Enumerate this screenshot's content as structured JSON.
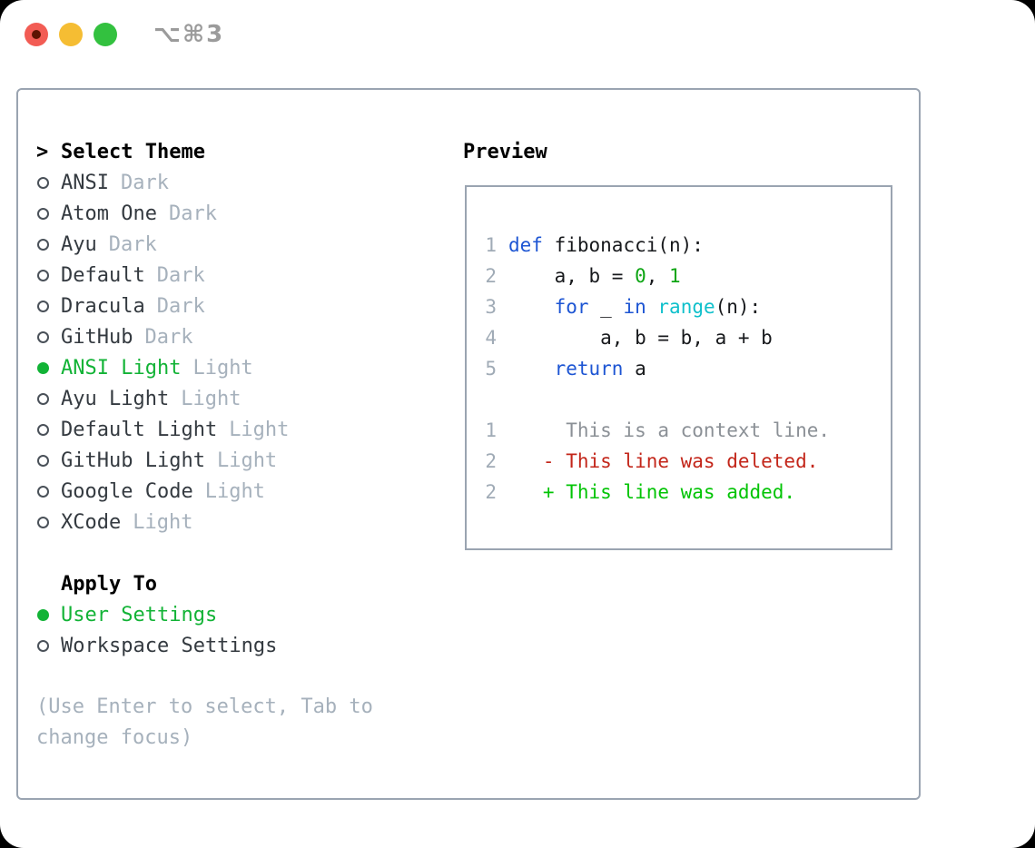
{
  "window": {
    "title": "⌥⌘3"
  },
  "colors": {
    "accent_green": "#12b336",
    "panel_border": "#9aa4b1",
    "item_text": "#343a40",
    "muted_text": "#a6b1bc",
    "heading_text": "#000000",
    "line_number": "#a0abb6",
    "code_text": "#17191c",
    "keyword_blue": "#1d55d3",
    "builtin_cyan": "#0fc0cb",
    "number_green": "#0da513",
    "context_gray": "#8b9096",
    "deleted_red": "#c3261a",
    "added_green": "#02c405",
    "titlebar_text": "#9b9b9b",
    "traffic_red": "#f25c54",
    "traffic_red_dot": "#5d1402",
    "traffic_yellow": "#f5bd33",
    "traffic_green": "#33c13f"
  },
  "panel": {
    "select_theme_label": "Select Theme",
    "select_theme_marker": ">",
    "preview_label": "Preview",
    "apply_to_label": "Apply To",
    "hint": "(Use Enter to select, Tab to change focus)"
  },
  "themes": [
    {
      "name": "ANSI",
      "variant": "Dark",
      "selected": false
    },
    {
      "name": "Atom One",
      "variant": "Dark",
      "selected": false
    },
    {
      "name": "Ayu",
      "variant": "Dark",
      "selected": false
    },
    {
      "name": "Default",
      "variant": "Dark",
      "selected": false
    },
    {
      "name": "Dracula",
      "variant": "Dark",
      "selected": false
    },
    {
      "name": "GitHub",
      "variant": "Dark",
      "selected": false
    },
    {
      "name": "ANSI Light",
      "variant": "Light",
      "selected": true
    },
    {
      "name": "Ayu Light",
      "variant": "Light",
      "selected": false
    },
    {
      "name": "Default Light",
      "variant": "Light",
      "selected": false
    },
    {
      "name": "GitHub Light",
      "variant": "Light",
      "selected": false
    },
    {
      "name": "Google Code",
      "variant": "Light",
      "selected": false
    },
    {
      "name": "XCode",
      "variant": "Light",
      "selected": false
    }
  ],
  "apply_to": [
    {
      "label": "User Settings",
      "selected": true
    },
    {
      "label": "Workspace Settings",
      "selected": false
    }
  ],
  "preview": {
    "code_lines": [
      {
        "num": "1",
        "segments": [
          [
            "k",
            "def"
          ],
          [
            "t",
            " fibonacci(n):"
          ]
        ]
      },
      {
        "num": "2",
        "segments": [
          [
            "t",
            "    a, b = "
          ],
          [
            "n",
            "0"
          ],
          [
            "t",
            ", "
          ],
          [
            "n",
            "1"
          ]
        ]
      },
      {
        "num": "3",
        "segments": [
          [
            "t",
            "    "
          ],
          [
            "k",
            "for"
          ],
          [
            "t",
            " _ "
          ],
          [
            "k",
            "in"
          ],
          [
            "t",
            " "
          ],
          [
            "b",
            "range"
          ],
          [
            "t",
            "(n):"
          ]
        ]
      },
      {
        "num": "4",
        "segments": [
          [
            "t",
            "        a, b = b, a + b"
          ]
        ]
      },
      {
        "num": "5",
        "segments": [
          [
            "t",
            "    "
          ],
          [
            "k",
            "return"
          ],
          [
            "t",
            " a"
          ]
        ]
      },
      {
        "num": "",
        "segments": []
      },
      {
        "num": "1",
        "segments": [
          [
            "c",
            "     This is a context line."
          ]
        ]
      },
      {
        "num": "2",
        "segments": [
          [
            "d",
            "   - This line was deleted."
          ]
        ]
      },
      {
        "num": "2",
        "segments": [
          [
            "a",
            "   + This line was added."
          ]
        ]
      }
    ]
  }
}
